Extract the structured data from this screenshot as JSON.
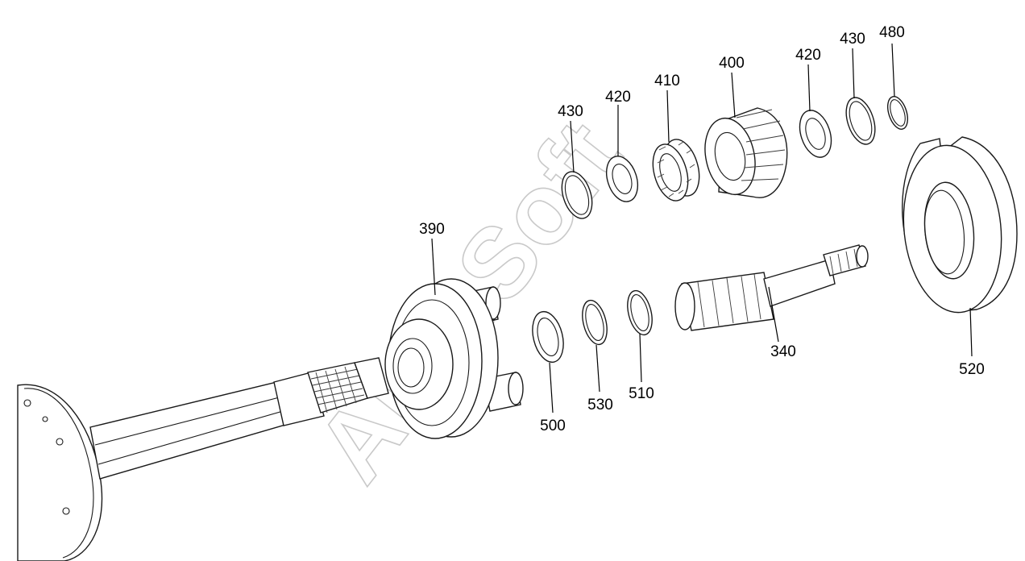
{
  "watermark": "AutoSoft",
  "callouts": [
    {
      "id": "c390",
      "text": "390"
    },
    {
      "id": "c430a",
      "text": "430"
    },
    {
      "id": "c420a",
      "text": "420"
    },
    {
      "id": "c410",
      "text": "410"
    },
    {
      "id": "c400",
      "text": "400"
    },
    {
      "id": "c420b",
      "text": "420"
    },
    {
      "id": "c430b",
      "text": "430"
    },
    {
      "id": "c480",
      "text": "480"
    },
    {
      "id": "c500",
      "text": "500"
    },
    {
      "id": "c530",
      "text": "530"
    },
    {
      "id": "c510",
      "text": "510"
    },
    {
      "id": "c340",
      "text": "340"
    },
    {
      "id": "c520",
      "text": "520"
    }
  ]
}
